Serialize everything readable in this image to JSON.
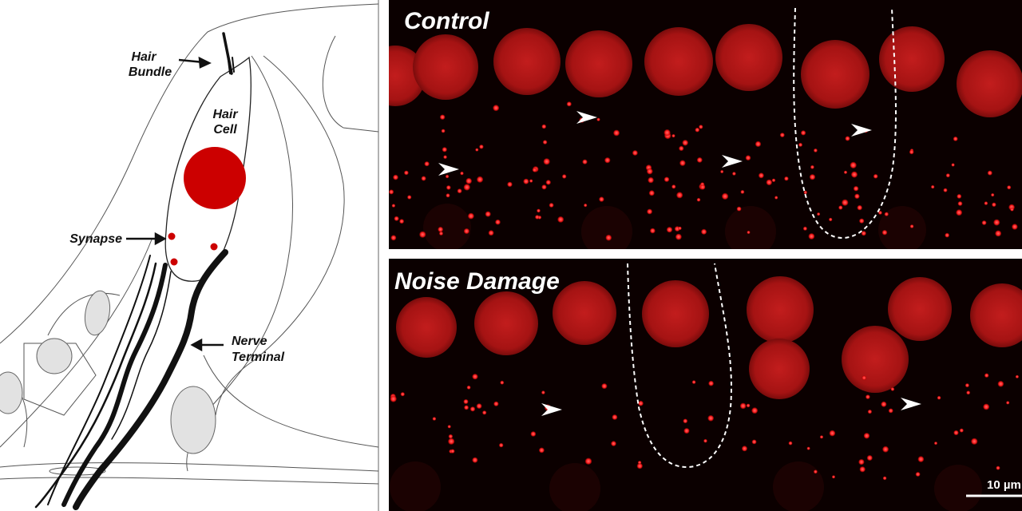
{
  "schematic": {
    "labels": {
      "hair_bundle_line1": "Hair",
      "hair_bundle_line2": "Bundle",
      "hair_cell_line1": "Hair",
      "hair_cell_line2": "Cell",
      "synapse": "Synapse",
      "nerve_terminal_line1": "Nerve",
      "nerve_terminal_line2": "Terminal"
    },
    "colors": {
      "nucleus": "#cc0000",
      "synapse_dot": "#cc0000",
      "support_nucleus": "#e2e2e2",
      "outline": "#444444"
    }
  },
  "panels": {
    "control": {
      "title": "Control",
      "arrowhead_count": 4
    },
    "noise_damage": {
      "title": "Noise Damage",
      "arrowhead_count": 2
    }
  },
  "scale_bar": {
    "label": "10 µm"
  },
  "colors": {
    "micrograph_bg": "#0b0000",
    "nucleus_fill": "#b81818",
    "puncta": "#ff2a2a",
    "panel_divider": "#ffffff"
  }
}
